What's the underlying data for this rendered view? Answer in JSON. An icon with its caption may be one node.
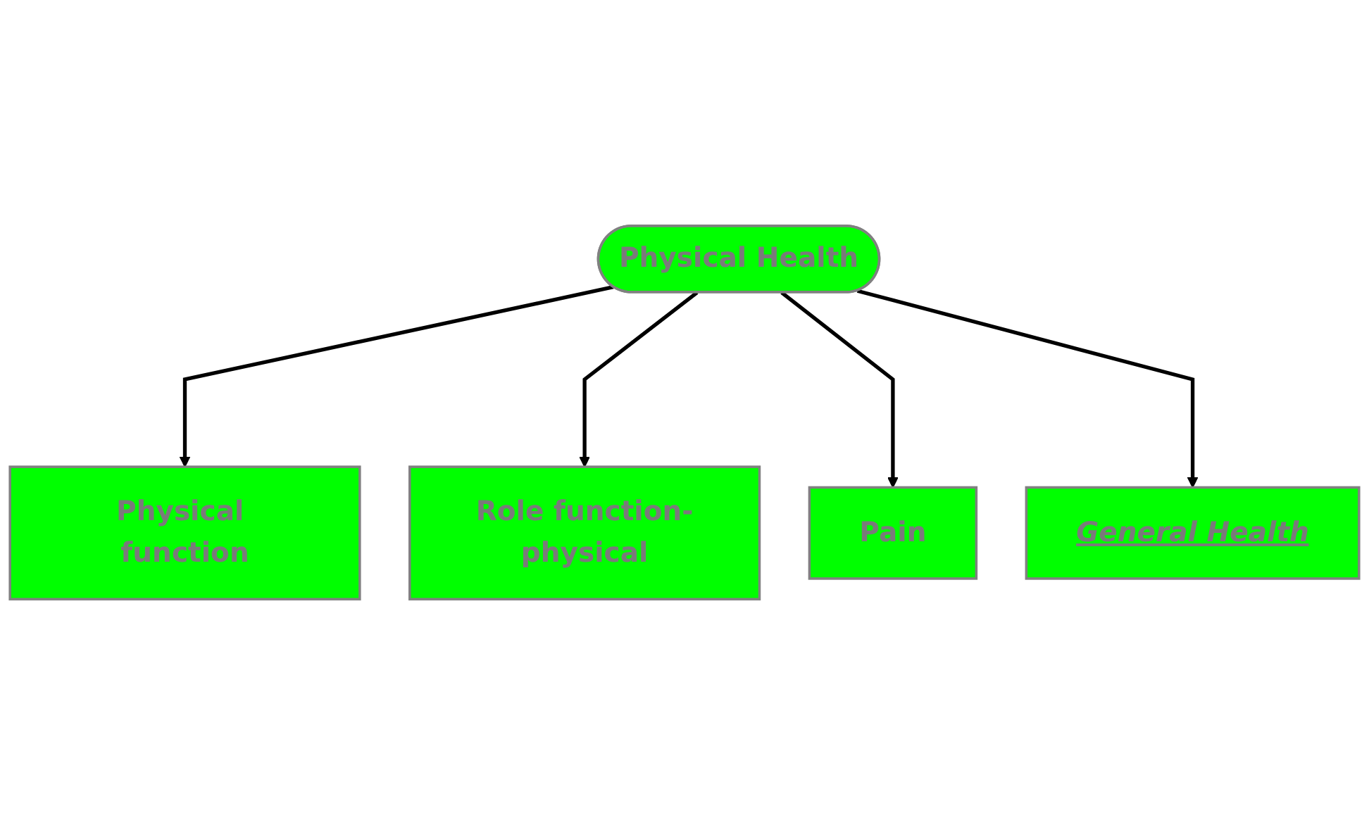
{
  "diagram": {
    "nodes": [
      {
        "text": [
          "Physical Health"
        ]
      },
      {
        "text": [
          "Physical function"
        ]
      },
      {
        "text": [
          "Role function-physical"
        ]
      },
      {
        "text": [
          "Pain"
        ]
      },
      {
        "text": [
          "General Health"
        ]
      }
    ],
    "edges": [
      {
        "from": 0,
        "to": 1,
        "arrow": "to"
      },
      {
        "from": 0,
        "to": 2,
        "arrow": "to"
      },
      {
        "from": 0,
        "to": 3,
        "arrow": "to"
      },
      {
        "from": 0,
        "to": 4,
        "arrow": "to"
      }
    ]
  }
}
